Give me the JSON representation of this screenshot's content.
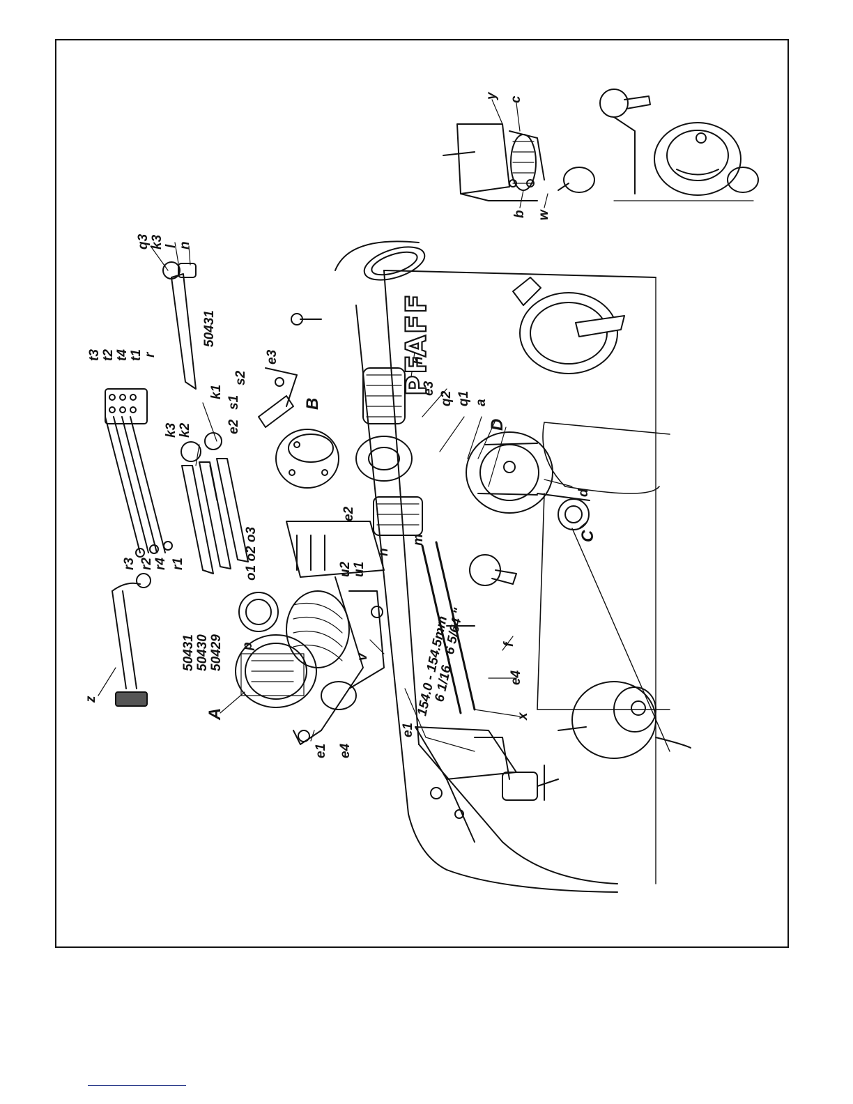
{
  "figure": {
    "brand_text": "PFAFF",
    "dimension_text_mm": "154.0 - 154.5mm",
    "dimension_text_in": "6 1/16 - 6 5/64 \"",
    "labels": {
      "q3": "q3",
      "k3_top": "k3",
      "l": "l",
      "n_top": "n",
      "part_50431_top": "50431",
      "t3": "t3",
      "t2": "t2",
      "t4": "t4",
      "t1": "t1",
      "r": "r",
      "k3": "k3",
      "k2": "k2",
      "k1": "k1",
      "e2_top": "e2",
      "s1": "s1",
      "s2": "s2",
      "e3_top": "e3",
      "B": "B",
      "h": "h",
      "e3": "e3",
      "q2": "q2",
      "q1": "q1",
      "a": "a",
      "D": "D",
      "d": "d",
      "e2": "e2",
      "m": "m",
      "n": "n",
      "C": "C",
      "r3": "r3",
      "r2": "r2",
      "r4": "r4",
      "r1": "r1",
      "o1o2o3": "o1 o2 o3",
      "u2": "u2",
      "u1": "u1",
      "p": "p",
      "v": "v",
      "part_50431": "50431",
      "part_50430": "50430",
      "part_50429": "50429",
      "z": "z",
      "A": "A",
      "e1_left": "e1",
      "e4_left": "e4",
      "e1": "e1",
      "f": "f",
      "e4": "e4",
      "x": "x",
      "y": "y",
      "c": "c",
      "b": "b",
      "w": "w"
    }
  }
}
